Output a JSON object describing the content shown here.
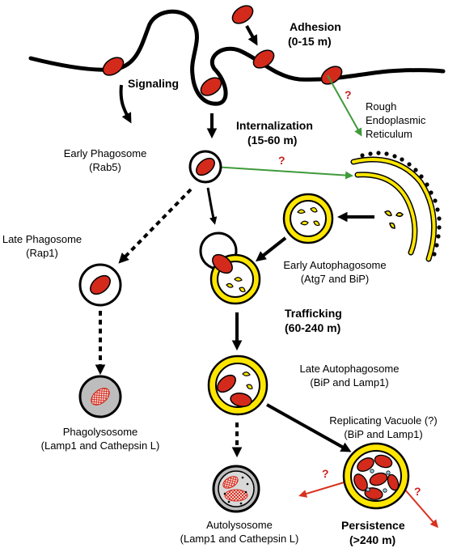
{
  "stages": {
    "adhesion": {
      "title": "Adhesion",
      "time": "(0-15 m)"
    },
    "signaling": {
      "title": "Signaling"
    },
    "internalization": {
      "title": "Internalization",
      "time": "(15-60 m)"
    },
    "trafficking": {
      "title": "Trafficking",
      "time": "(60-240 m)"
    },
    "persistence": {
      "title": "Persistence",
      "time": "(>240 m)"
    }
  },
  "compartments": {
    "early_phagosome": {
      "name": "Early Phagosome",
      "marker": "(Rab5)"
    },
    "late_phagosome": {
      "name": "Late Phagosome",
      "marker": "(Rap1)"
    },
    "phagolysosome": {
      "name": "Phagolysosome",
      "marker": "(Lamp1 and Cathepsin L)"
    },
    "rough_er": {
      "line1": "Rough",
      "line2": "Endoplasmic",
      "line3": "Reticulum"
    },
    "early_autophagosome": {
      "name": "Early Autophagosome",
      "marker": "(Atg7 and BiP)"
    },
    "late_autophagosome": {
      "name": "Late Autophagosome",
      "marker": "(BiP and Lamp1)"
    },
    "replicating_vacuole": {
      "name": "Replicating Vacuole (?)",
      "marker": "(BiP and Lamp1)"
    },
    "autolysosome": {
      "name": "Autolysosome",
      "marker": "(Lamp1 and Cathepsin L)"
    }
  },
  "unknown_mark": "?",
  "colors": {
    "bacterium": "#d42a1c",
    "vacuole_ring": "#ffe600",
    "lysosome_fill": "#bdbdbd",
    "green_arrow": "#3f9a3a",
    "red_arrow": "#d8321e",
    "question": "#cc2020"
  }
}
